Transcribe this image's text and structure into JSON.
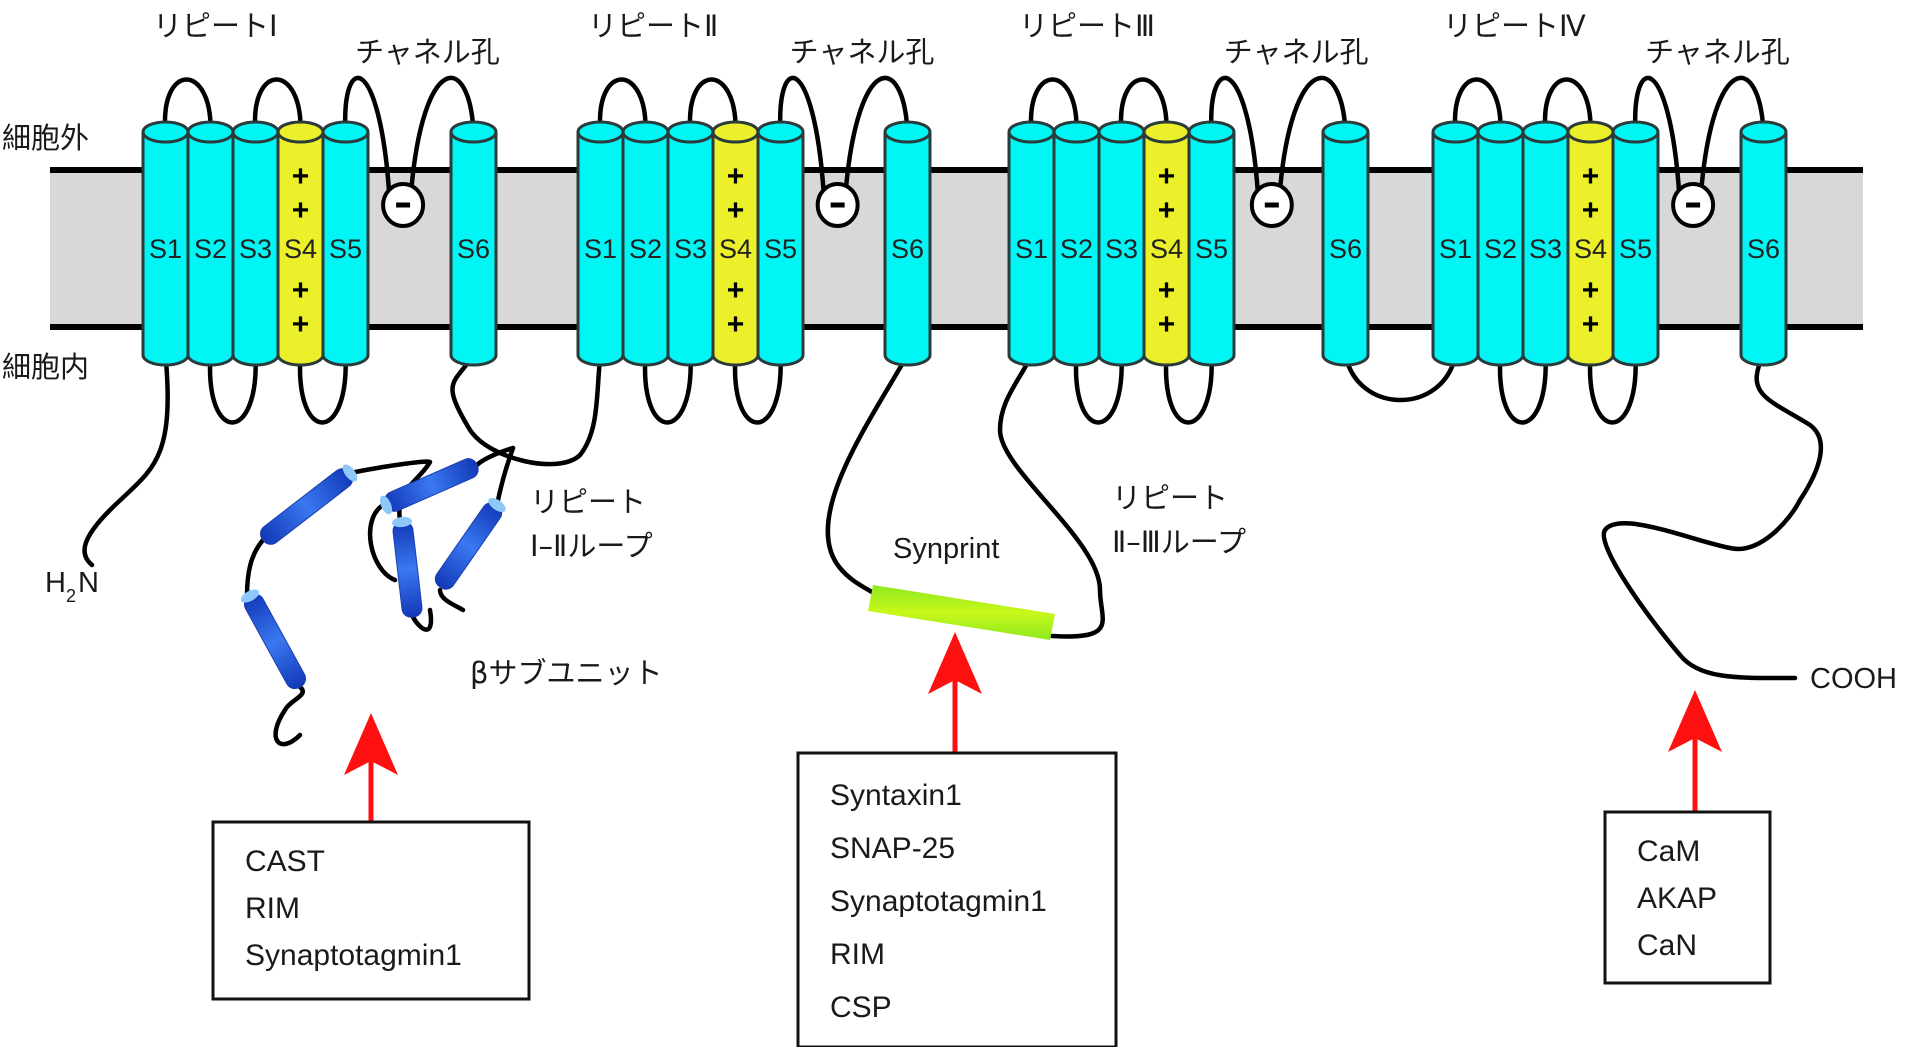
{
  "labels": {
    "extracellular": "細胞外",
    "intracellular": "細胞内",
    "n_terminus": "H",
    "n_terminus_sub": "2",
    "n_terminus_tail": "N",
    "c_terminus": "COOH",
    "beta_subunit": "βサブユニット",
    "loop_I_II": [
      "リピート",
      "Ⅰ–Ⅱループ"
    ],
    "loop_II_III": [
      "リピート",
      "Ⅱ–Ⅲループ"
    ],
    "synprint": "Synprint",
    "pore_charge": "−",
    "s4_charge": "+"
  },
  "repeats": [
    {
      "label": "リピートⅠ",
      "pore_label": "チャネル孔"
    },
    {
      "label": "リピートⅡ",
      "pore_label": "チャネル孔"
    },
    {
      "label": "リピートⅢ",
      "pore_label": "チャネル孔"
    },
    {
      "label": "リピートⅣ",
      "pore_label": "チャネル孔"
    }
  ],
  "segments": [
    "S1",
    "S2",
    "S3",
    "S4",
    "S5",
    "S6"
  ],
  "voltage_sensor_segment": "S4",
  "s4_charge_count": 4,
  "interaction_boxes": [
    {
      "target": "I-II loop / β subunit",
      "items": [
        "CAST",
        "RIM",
        "Synaptotagmin1"
      ]
    },
    {
      "target": "Synprint (II-III loop)",
      "items": [
        "Syntaxin1",
        "SNAP-25",
        "Synaptotagmin1",
        "RIM",
        "CSP"
      ]
    },
    {
      "target": "C-terminus",
      "items": [
        "CaM",
        "AKAP",
        "CaN"
      ]
    }
  ],
  "colors": {
    "helix": "#00f5f5",
    "voltage_sensor": "#ecf02a",
    "membrane": "#d8d8d8",
    "beta_helix": "#1f55d8",
    "synprint": "#a8f01a",
    "arrow": "#ff1010"
  }
}
